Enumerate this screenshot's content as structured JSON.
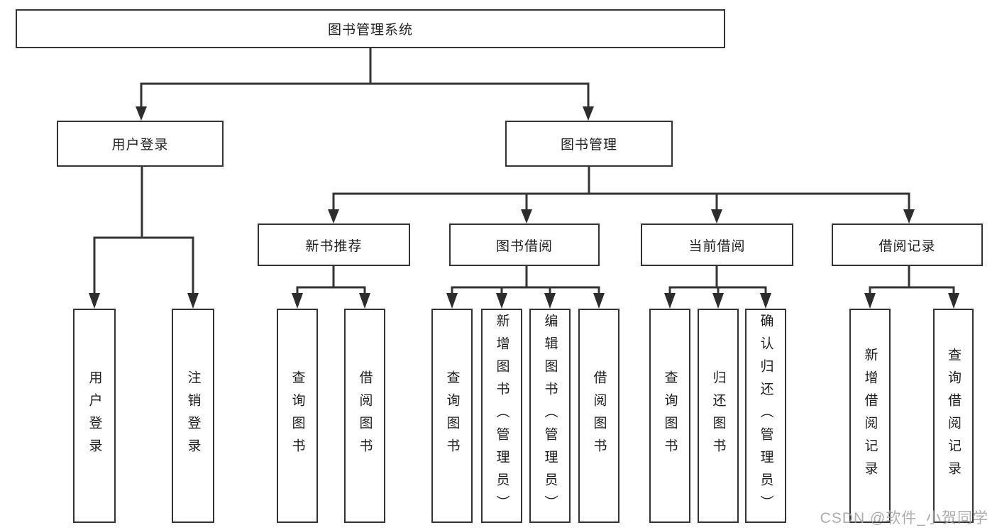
{
  "diagram": {
    "title": "图书管理系统",
    "root": {
      "label": "图书管理系统"
    },
    "level2": [
      {
        "id": "user-login",
        "label": "用户登录"
      },
      {
        "id": "book-management",
        "label": "图书管理"
      }
    ],
    "level3": [
      {
        "id": "new-book-recommend",
        "label": "新书推荐"
      },
      {
        "id": "book-borrow",
        "label": "图书借阅"
      },
      {
        "id": "current-borrow",
        "label": "当前借阅"
      },
      {
        "id": "borrow-records",
        "label": "借阅记录"
      }
    ],
    "leaves": {
      "user_login": [
        {
          "label": "用户登录"
        },
        {
          "label": "注销登录"
        }
      ],
      "new_book_recommend": [
        {
          "label": "查询图书"
        },
        {
          "label": "借阅图书"
        }
      ],
      "book_borrow": [
        {
          "label": "查询图书"
        },
        {
          "label": "新增图书（管理员）"
        },
        {
          "label": "编辑图书（管理员）"
        },
        {
          "label": "借阅图书"
        }
      ],
      "current_borrow": [
        {
          "label": "查询图书"
        },
        {
          "label": "归还图书"
        },
        {
          "label": "确认归还（管理员）"
        }
      ],
      "borrow_records": [
        {
          "label": "新增借阅记录"
        },
        {
          "label": "查询借阅记录"
        }
      ]
    }
  },
  "watermark": {
    "text": "CSDN @软件_小贺同学"
  },
  "colors": {
    "border": "#333333",
    "line": "#333333",
    "arrow": "#2d2d2d",
    "text": "#1f1f1f",
    "watermark": "#9e9e9e",
    "background": "#ffffff"
  }
}
